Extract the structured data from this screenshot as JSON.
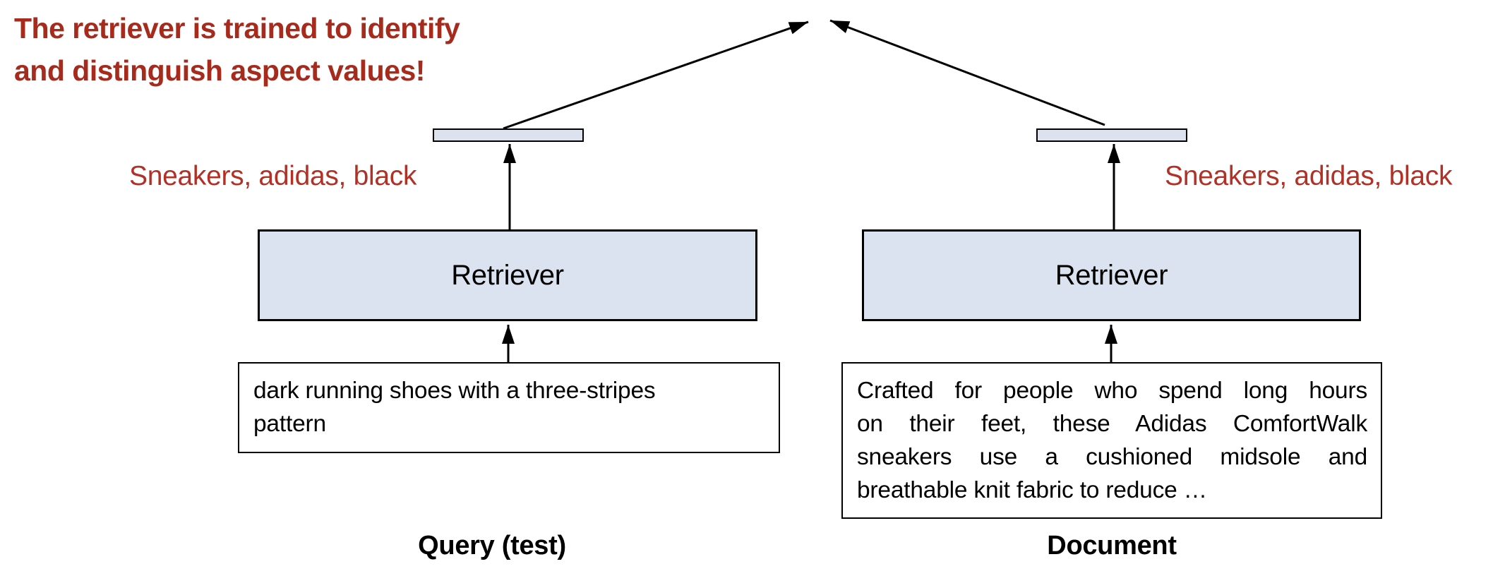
{
  "figure": {
    "annotation": {
      "line1": "The retriever is trained to identify",
      "line2": "and distinguish aspect values!"
    },
    "aspect_left": "Sneakers, adidas, black",
    "aspect_right": "Sneakers, adidas, black",
    "retriever_left": "Retriever",
    "retriever_right": "Retriever",
    "query": {
      "lines": [
        "dark running shoes with a three-stripes",
        "pattern"
      ],
      "caption": "Query (test)"
    },
    "document": {
      "lines": [
        "Crafted for people who spend long hours",
        "on their feet, these Adidas ComfortWalk",
        "sneakers use a cushioned midsole and",
        "breathable knit fabric to reduce …"
      ],
      "caption": "Document"
    },
    "colors": {
      "annotation_red": "#a72b1d",
      "aspect_label_red": "#b23127",
      "box_fill_blue_gray": "#dce3f0",
      "box_border": "#000000",
      "arrow_color": "#000000",
      "background": "#ffffff"
    }
  }
}
